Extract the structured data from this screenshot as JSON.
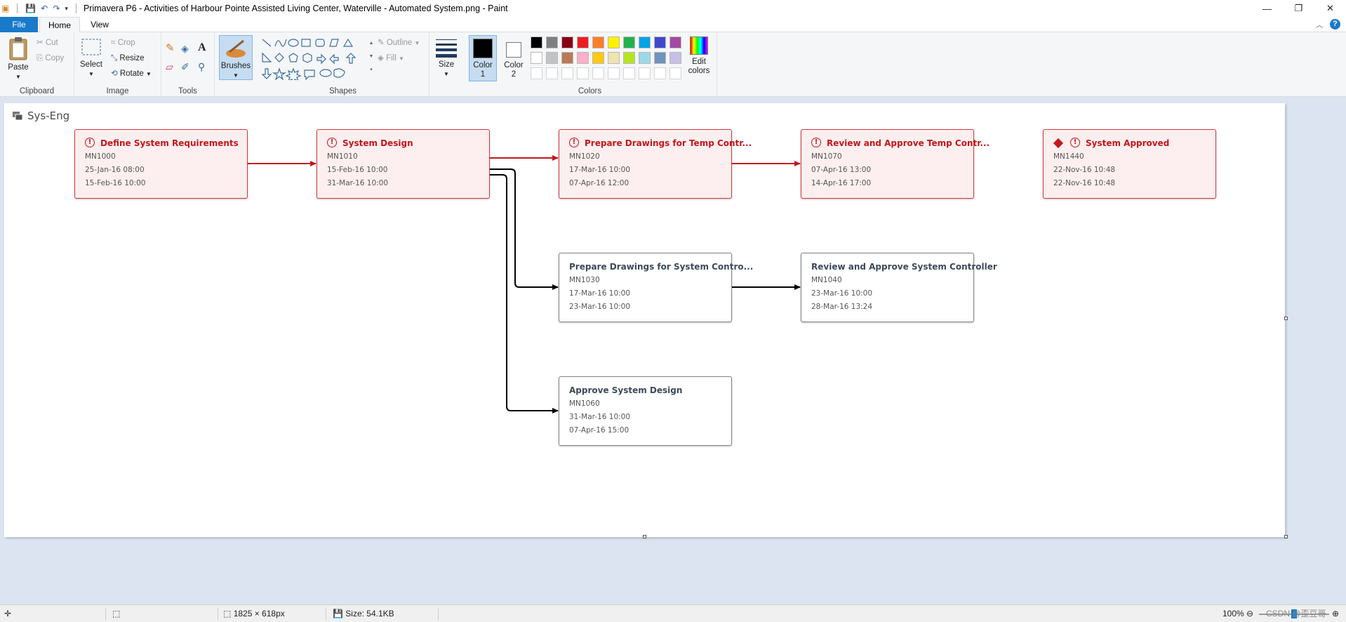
{
  "window": {
    "title": "Primavera P6 - Activities of Harbour Pointe Assisted Living Center, Waterville - Automated System.png - Paint",
    "controls": {
      "minimize": "—",
      "maximize": "❐",
      "close": "✕"
    }
  },
  "tabs": {
    "file": "File",
    "home": "Home",
    "view": "View",
    "help": "?"
  },
  "ribbon": {
    "clipboard": {
      "label": "Clipboard",
      "paste": "Paste",
      "cut": "Cut",
      "copy": "Copy"
    },
    "image": {
      "label": "Image",
      "select": "Select",
      "crop": "Crop",
      "resize": "Resize",
      "rotate": "Rotate"
    },
    "tools": {
      "label": "Tools"
    },
    "brushes": {
      "label": "Brushes"
    },
    "shapes": {
      "label": "Shapes",
      "outline": "Outline",
      "fill": "Fill"
    },
    "size": {
      "label": "Size"
    },
    "colors": {
      "label": "Colors",
      "color1": "Color 1",
      "color2": "Color 2",
      "edit": "Edit colors",
      "color1_value": "#000000",
      "color2_value": "#ffffff",
      "palette_row1": [
        "#000000",
        "#7f7f7f",
        "#880015",
        "#ed1c24",
        "#ff7f27",
        "#fff200",
        "#22b14c",
        "#00a2e8",
        "#3f48cc",
        "#a349a4"
      ],
      "palette_row2": [
        "#ffffff",
        "#c3c3c3",
        "#b97a57",
        "#ffaec9",
        "#ffc90e",
        "#efe4b0",
        "#b5e61d",
        "#99d9ea",
        "#7092be",
        "#c8bfe7"
      ]
    }
  },
  "diagram": {
    "wbs_label": "Sys-Eng",
    "critical_color": "#c4161c",
    "activities": [
      {
        "name": "Define System Requirements",
        "id": "MN1000",
        "start": "25-Jan-16 08:00",
        "finish": "15-Feb-16 10:00",
        "critical": true
      },
      {
        "name": "System Design",
        "id": "MN1010",
        "start": "15-Feb-16 10:00",
        "finish": "31-Mar-16 10:00",
        "critical": true
      },
      {
        "name": "Prepare Drawings for Temp Contr...",
        "id": "MN1020",
        "start": "17-Mar-16 10:00",
        "finish": "07-Apr-16 12:00",
        "critical": true
      },
      {
        "name": "Review and Approve Temp Contr...",
        "id": "MN1070",
        "start": "07-Apr-16 13:00",
        "finish": "14-Apr-16 17:00",
        "critical": true
      },
      {
        "name": "System Approved",
        "id": "MN1440",
        "start": "22-Nov-16 10:48",
        "finish": "22-Nov-16 10:48",
        "critical": true,
        "milestone": true
      },
      {
        "name": "Prepare Drawings for System Contro...",
        "id": "MN1030",
        "start": "17-Mar-16 10:00",
        "finish": "23-Mar-16 10:00",
        "critical": false
      },
      {
        "name": "Review and Approve System Controller",
        "id": "MN1040",
        "start": "23-Mar-16 10:00",
        "finish": "28-Mar-16 13:24",
        "critical": false
      },
      {
        "name": "Approve System Design",
        "id": "MN1060",
        "start": "31-Mar-16 10:00",
        "finish": "07-Apr-16 15:00",
        "critical": false
      }
    ]
  },
  "statusbar": {
    "dimensions": "1825 × 618px",
    "size": "Size: 54.1KB",
    "zoom": "100%",
    "watermark": "CSDN @歪豆哥"
  }
}
